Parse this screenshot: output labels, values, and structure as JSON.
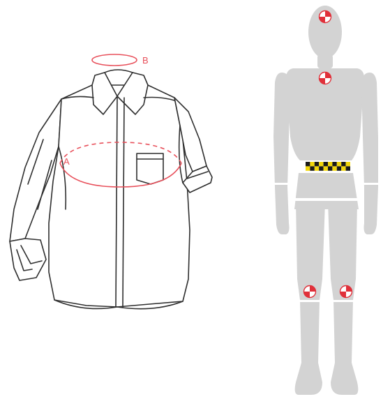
{
  "colors": {
    "outline": "#2f2f2f",
    "measure": "#e8505b",
    "dummy": "#d3d3d3",
    "target_red": "#e0303a",
    "target_white": "#ffffff",
    "belt_yellow": "#f2d60a",
    "belt_black": "#1a1a1a"
  },
  "measurements": {
    "chest_label": "A",
    "neck_label": "B"
  },
  "icons": {
    "shirt": "shirt-illustration",
    "dummy": "crash-test-dummy-icon",
    "target": "crash-test-target-icon",
    "belt": "checkered-belt-icon"
  },
  "belt": {
    "rows": 2,
    "columns": 10
  }
}
